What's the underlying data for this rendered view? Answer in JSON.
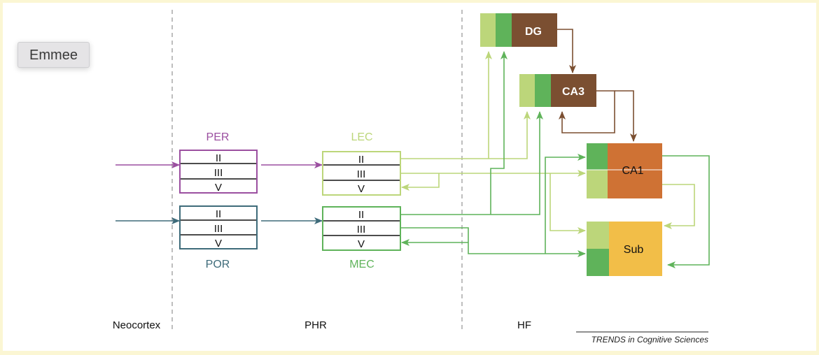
{
  "button": {
    "label": "Emmee"
  },
  "colors": {
    "per": "#9b4fa0",
    "por": "#3e6b7a",
    "lec": "#bcd67a",
    "mec": "#5fb35a",
    "dg_ca3": "#7b4f31",
    "ca1": "#cf7234",
    "sub": "#f2be48",
    "divider": "#9a9a9a"
  },
  "regions": {
    "neocortex": "Neocortex",
    "phr": "PHR",
    "hf": "HF"
  },
  "cortical_areas": {
    "per": {
      "name": "PER",
      "layers": [
        "II",
        "III",
        "V"
      ]
    },
    "por": {
      "name": "POR",
      "layers": [
        "II",
        "III",
        "V"
      ]
    },
    "lec": {
      "name": "LEC",
      "layers": [
        "II",
        "III",
        "V"
      ]
    },
    "mec": {
      "name": "MEC",
      "layers": [
        "II",
        "III",
        "V"
      ]
    }
  },
  "hippocampal_areas": {
    "dg": "DG",
    "ca3": "CA3",
    "ca1": "CA1",
    "sub": "Sub"
  },
  "credit": "TRENDS in Cognitive Sciences"
}
